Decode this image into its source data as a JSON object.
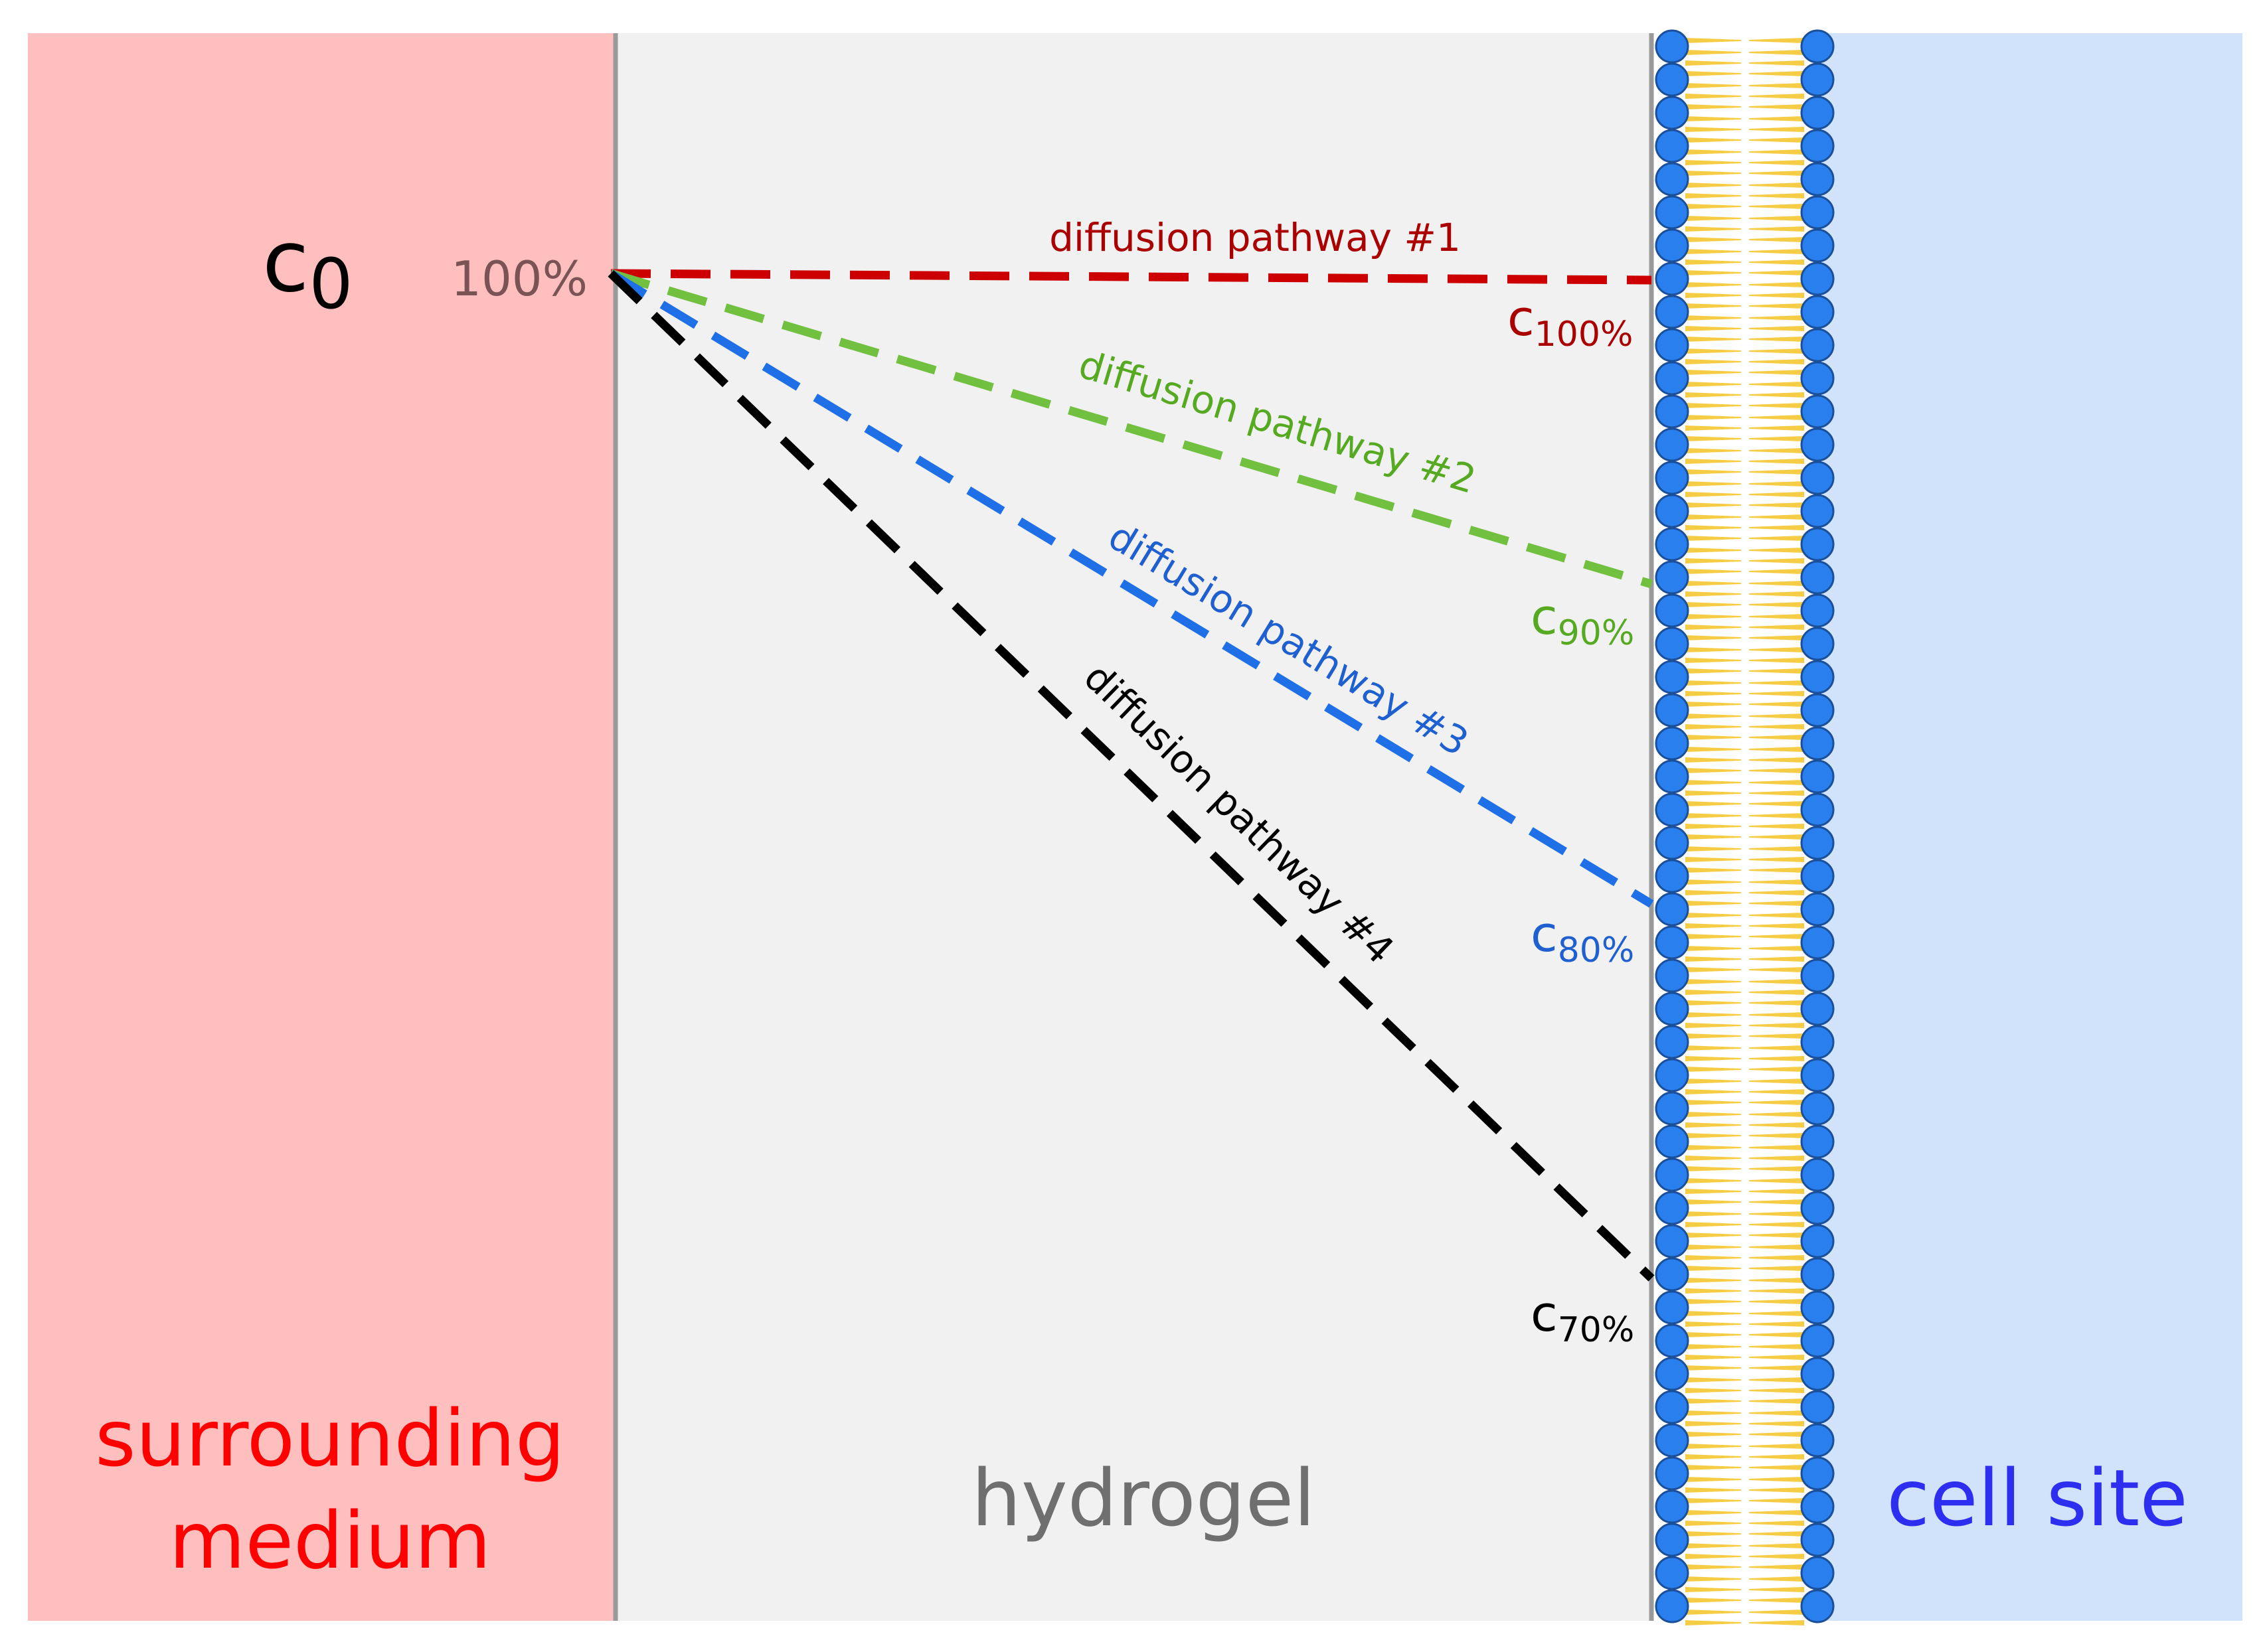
{
  "regions": {
    "medium": {
      "label_line1": "surrounding",
      "label_line2": "medium",
      "fill": "#ffbfbf",
      "label_color": "#ff0000"
    },
    "hydrogel": {
      "label": "hydrogel",
      "fill": "#f1f1f1",
      "label_color": "#6f6f6f"
    },
    "cell": {
      "label": "cell site",
      "fill": "#d1e3fb",
      "label_color": "#2e2ef0"
    }
  },
  "source": {
    "symbol": "c",
    "subscript": "0",
    "percent_label": "100%",
    "symbol_color": "#000000",
    "percent_color": "#7a5454"
  },
  "pathways": [
    {
      "label": "diffusion pathway #1",
      "conc_symbol": "c",
      "conc_subscript": "100%",
      "color": "#cc0000",
      "label_color": "#aa0000"
    },
    {
      "label": "diffusion pathway #2",
      "conc_symbol": "c",
      "conc_subscript": "90%",
      "color": "#71c040",
      "label_color": "#55aa22"
    },
    {
      "label": "diffusion pathway #3",
      "conc_symbol": "c",
      "conc_subscript": "80%",
      "color": "#1f6fe6",
      "label_color": "#1f60d0"
    },
    {
      "label": "diffusion pathway #4",
      "conc_symbol": "c",
      "conc_subscript": "70%",
      "color": "#000000",
      "label_color": "#000000"
    }
  ],
  "membrane": {
    "head_color": "#2a7fee",
    "head_stroke": "#1a4f9a",
    "tail_color": "#f5cc44"
  }
}
